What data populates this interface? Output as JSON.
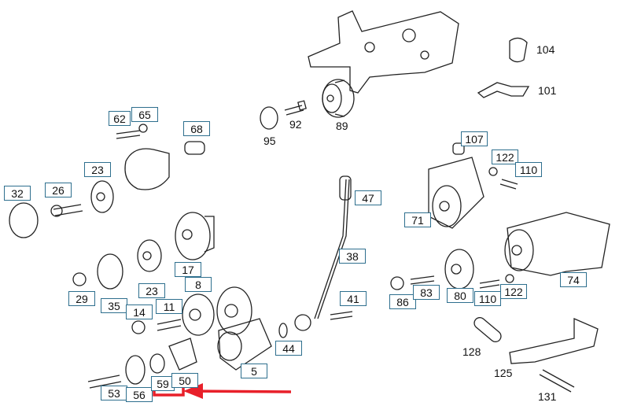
{
  "boxed_labels": [
    {
      "id": "l62",
      "text": "62"
    },
    {
      "id": "l65",
      "text": "65"
    },
    {
      "id": "l68",
      "text": "68"
    },
    {
      "id": "l23a",
      "text": "23"
    },
    {
      "id": "l32",
      "text": "32"
    },
    {
      "id": "l26",
      "text": "26"
    },
    {
      "id": "l17",
      "text": "17"
    },
    {
      "id": "l8",
      "text": "8"
    },
    {
      "id": "l23b",
      "text": "23"
    },
    {
      "id": "l29",
      "text": "29"
    },
    {
      "id": "l35",
      "text": "35"
    },
    {
      "id": "l14",
      "text": "14"
    },
    {
      "id": "l11",
      "text": "11"
    },
    {
      "id": "l5",
      "text": "5"
    },
    {
      "id": "l53",
      "text": "53"
    },
    {
      "id": "l56",
      "text": "56"
    },
    {
      "id": "l59",
      "text": "59"
    },
    {
      "id": "l50",
      "text": "50"
    },
    {
      "id": "l47",
      "text": "47"
    },
    {
      "id": "l38",
      "text": "38"
    },
    {
      "id": "l41",
      "text": "41"
    },
    {
      "id": "l44",
      "text": "44"
    },
    {
      "id": "l107",
      "text": "107"
    },
    {
      "id": "l122a",
      "text": "122"
    },
    {
      "id": "l110a",
      "text": "110"
    },
    {
      "id": "l71",
      "text": "71"
    },
    {
      "id": "l74",
      "text": "74"
    },
    {
      "id": "l86",
      "text": "86"
    },
    {
      "id": "l83",
      "text": "83"
    },
    {
      "id": "l80",
      "text": "80"
    },
    {
      "id": "l110b",
      "text": "110"
    },
    {
      "id": "l122b",
      "text": "122"
    }
  ],
  "plain_labels": [
    {
      "id": "p104",
      "text": "104"
    },
    {
      "id": "p101",
      "text": "101"
    },
    {
      "id": "p92",
      "text": "92"
    },
    {
      "id": "p89",
      "text": "89"
    },
    {
      "id": "p95",
      "text": "95"
    },
    {
      "id": "p128",
      "text": "128"
    },
    {
      "id": "p125",
      "text": "125"
    },
    {
      "id": "p131",
      "text": "131"
    }
  ],
  "highlight_color": "#e8202a",
  "label_border_color": "#2e6f8e"
}
